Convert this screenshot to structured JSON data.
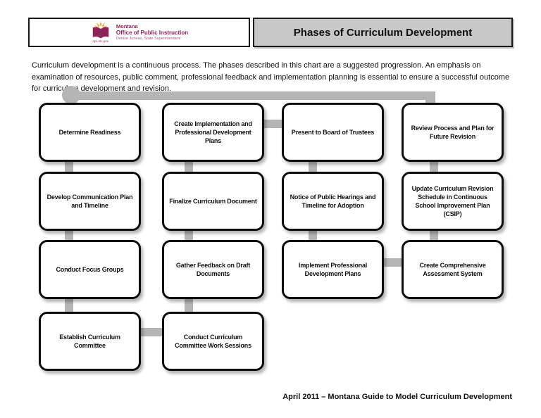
{
  "header": {
    "title": "Phases of Curriculum Development",
    "logo": {
      "org_name": "Montana",
      "org_office": "Office of Public Instruction",
      "superintendent": "Denise Juneau, State Superintendent",
      "website": "opi.mt.gov",
      "book_icon": "open-book-icon",
      "brand_color": "#8e2157",
      "ray_color": "#f9a11b"
    },
    "title_bg_color": "#c8c8c8"
  },
  "intro": "Curriculum development is a continuous process.  The phases described in this chart are a suggested progression.  An emphasis on examination of resources, public comment, professional feedback and implementation planning is essential to ensure a successful outcome for curriculum development and revision.",
  "footer": "April 2011 – Montana Guide to Model Curriculum Development",
  "chart_data": {
    "type": "flowchart",
    "title": "Phases of Curriculum Development",
    "connector_color": "#b5b5b5",
    "box_style": {
      "fill": "#ffffff",
      "border": "#0d0d0d",
      "rounded": true
    },
    "nodes": [
      {
        "label": "Determine Readiness",
        "col": 1,
        "row": 1
      },
      {
        "label": "Develop Communication Plan and Timeline",
        "col": 1,
        "row": 2
      },
      {
        "label": "Conduct Focus Groups",
        "col": 1,
        "row": 3
      },
      {
        "label": "Establish Curriculum Committee",
        "col": 1,
        "row": 4
      },
      {
        "label": "Create Implementation and Professional Development Plans",
        "col": 2,
        "row": 1
      },
      {
        "label": "Finalize Curriculum Document",
        "col": 2,
        "row": 2
      },
      {
        "label": "Gather Feedback on Draft Documents",
        "col": 2,
        "row": 3
      },
      {
        "label": "Conduct Curriculum Committee Work Sessions",
        "col": 2,
        "row": 4
      },
      {
        "label": "Present to Board of Trustees",
        "col": 3,
        "row": 1
      },
      {
        "label": "Notice of Public Hearings and Timeline for Adoption",
        "col": 3,
        "row": 2
      },
      {
        "label": "Implement Professional Development Plans",
        "col": 3,
        "row": 3
      },
      {
        "label": "Review Process and Plan for Future Revision",
        "col": 4,
        "row": 1
      },
      {
        "label": "Update Curriculum Revision Schedule in Continuous School Improvement Plan (CSIP)",
        "col": 4,
        "row": 2
      },
      {
        "label": "Create Comprehensive Assessment System",
        "col": 4,
        "row": 3
      }
    ],
    "connections": [
      [
        "Determine Readiness",
        "Develop Communication Plan and Timeline"
      ],
      [
        "Develop Communication Plan and Timeline",
        "Conduct Focus Groups"
      ],
      [
        "Conduct Focus Groups",
        "Establish Curriculum Committee"
      ],
      [
        "Establish Curriculum Committee",
        "Conduct Curriculum Committee Work Sessions"
      ],
      [
        "Conduct Curriculum Committee Work Sessions",
        "Gather Feedback on Draft Documents"
      ],
      [
        "Gather Feedback on Draft Documents",
        "Finalize Curriculum Document"
      ],
      [
        "Finalize Curriculum Document",
        "Create Implementation and Professional Development Plans"
      ],
      [
        "Create Implementation and Professional Development Plans",
        "Present to Board of Trustees"
      ],
      [
        "Present to Board of Trustees",
        "Notice of Public Hearings and Timeline for Adoption"
      ],
      [
        "Notice of Public Hearings and Timeline for Adoption",
        "Implement Professional Development Plans"
      ],
      [
        "Implement Professional Development Plans",
        "Create Comprehensive Assessment System"
      ],
      [
        "Create Comprehensive Assessment System",
        "Update Curriculum Revision Schedule in Continuous School Improvement Plan (CSIP)"
      ],
      [
        "Update Curriculum Revision Schedule in Continuous School Improvement Plan (CSIP)",
        "Review Process and Plan for Future Revision"
      ],
      [
        "Review Process and Plan for Future Revision",
        "Determine Readiness"
      ]
    ]
  }
}
